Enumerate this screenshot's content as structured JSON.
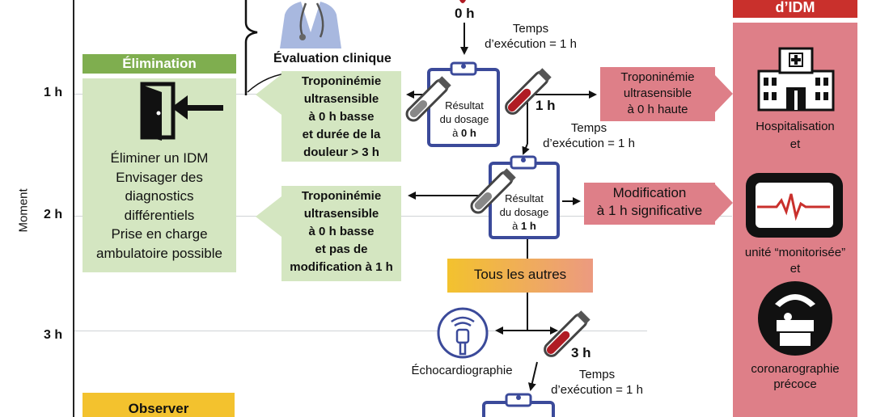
{
  "axis": {
    "label": "Moment",
    "ticks": [
      "1 h",
      "2 h",
      "3 h"
    ]
  },
  "elimination": {
    "header": "Élimination",
    "lines": [
      "Éliminer un IDM",
      "Envisager des",
      "diagnostics",
      "différentiels",
      "Prise en charge",
      "ambulatoire possible"
    ]
  },
  "observer": {
    "header": "Observer"
  },
  "clinical": {
    "label": "Évaluation clinique"
  },
  "timepoints": {
    "t0": "0 h",
    "t1": "1 h",
    "t3": "3 h"
  },
  "exec_time": {
    "line1": "Temps",
    "line2": "d’exécution = 1 h"
  },
  "results": {
    "r0": [
      "Résultat",
      "du dosage",
      "à ",
      "0 h"
    ],
    "r1": [
      "Résultat",
      "du dosage",
      "à ",
      "1 h"
    ]
  },
  "rule_out": {
    "box1": [
      "Troponinémie",
      "ultrasensible",
      "à 0 h basse",
      "et durée de la",
      "douleur > 3 h"
    ],
    "box2": [
      "Troponinémie",
      "ultrasensible",
      "à 0 h basse",
      "et pas de",
      "modification à 1 h"
    ]
  },
  "rule_in": {
    "box1": [
      "Troponinémie",
      "ultrasensible",
      "à 0 h haute"
    ],
    "box2": [
      "Modification",
      "à 1 h significative"
    ]
  },
  "others": {
    "label": "Tous les autres"
  },
  "echo": {
    "label": "Échocardiographie"
  },
  "idm_panel": {
    "header": "d’IDM",
    "hospital": "Hospitalisation",
    "et1": "et",
    "monitor": "unité “monitorisée”",
    "et2": "et",
    "coro1": "coronarographie",
    "coro2": "précoce"
  },
  "colors": {
    "green_header": "#7fae4f",
    "green_box": "#d4e6c1",
    "red_header": "#c9302c",
    "red_box": "#de7f88",
    "yellow": "#f3c22e",
    "clipboard_blue": "#3b4a9a",
    "blood_red": "#b01c24"
  }
}
